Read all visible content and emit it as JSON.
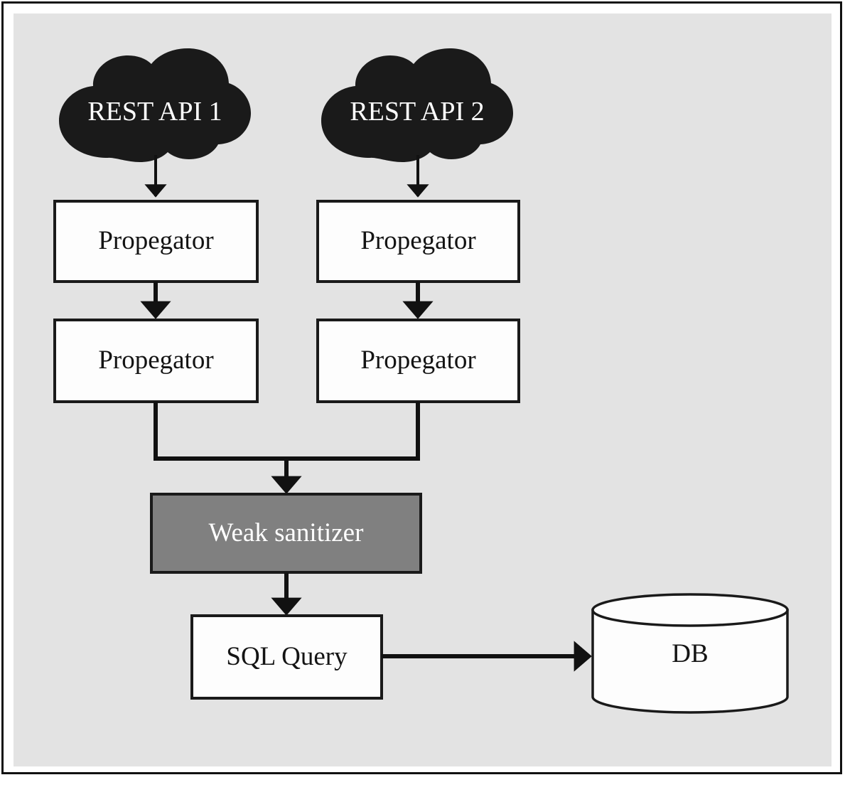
{
  "figure": {
    "type": "flow-diagram",
    "title": "",
    "background_color": "#e3e3e3",
    "frame_color": "#111111",
    "page_color": "#ffffff"
  },
  "palette": {
    "cloud_fill": "#1a1a1a",
    "cloud_text": "#ffffff",
    "box_fill": "#fdfdfd",
    "box_stroke": "#1a1a1a",
    "box_text": "#141414",
    "sanitizer_fill": "#808080",
    "sanitizer_stroke": "#1a1a1a",
    "sanitizer_text": "#ffffff",
    "db_fill": "#fdfdfd",
    "db_stroke": "#1a1a1a",
    "arrow_color": "#111111"
  },
  "nodes": {
    "rest_api_1": {
      "label": "REST API 1",
      "shape": "cloud"
    },
    "rest_api_2": {
      "label": "REST API 2",
      "shape": "cloud"
    },
    "propegator_1": {
      "label": "Propegator",
      "shape": "rect"
    },
    "propegator_2": {
      "label": "Propegator",
      "shape": "rect"
    },
    "propegator_3": {
      "label": "Propegator",
      "shape": "rect"
    },
    "propegator_4": {
      "label": "Propegator",
      "shape": "rect"
    },
    "weak_sanitizer": {
      "label": "Weak sanitizer",
      "shape": "rect"
    },
    "sql_query": {
      "label": "SQL Query",
      "shape": "rect"
    },
    "db": {
      "label": "DB",
      "shape": "cylinder"
    }
  },
  "edges": [
    {
      "from": "rest_api_1",
      "to": "propegator_1",
      "direction": "down",
      "arrow": true
    },
    {
      "from": "rest_api_2",
      "to": "propegator_3",
      "direction": "down",
      "arrow": true
    },
    {
      "from": "propegator_1",
      "to": "propegator_2",
      "direction": "down",
      "arrow": true
    },
    {
      "from": "propegator_3",
      "to": "propegator_4",
      "direction": "down",
      "arrow": true
    },
    {
      "from": "propegator_2",
      "to": "weak_sanitizer",
      "direction": "merge-down",
      "arrow": true
    },
    {
      "from": "propegator_4",
      "to": "weak_sanitizer",
      "direction": "merge-down",
      "arrow": true
    },
    {
      "from": "weak_sanitizer",
      "to": "sql_query",
      "direction": "down",
      "arrow": true
    },
    {
      "from": "sql_query",
      "to": "db",
      "direction": "right",
      "arrow": true
    }
  ]
}
